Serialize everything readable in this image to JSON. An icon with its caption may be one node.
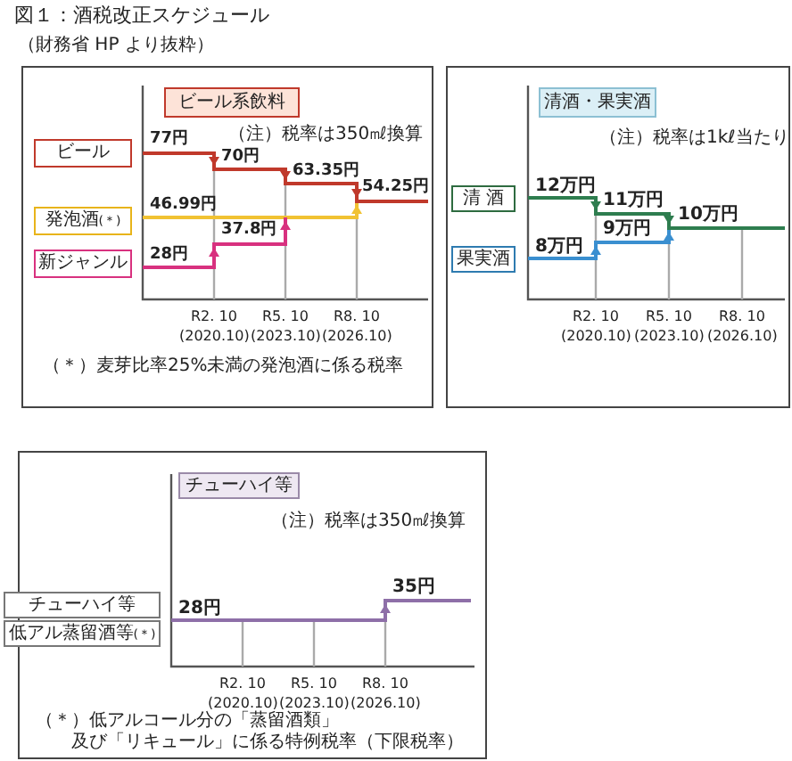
{
  "diagram": {
    "title": "図１：酒税改正スケジュール",
    "nodes": [
      {
        "text": [
          "ビール系飲料"
        ]
      },
      {
        "text": [
          "ビール"
        ]
      },
      {
        "text": [
          "発泡酒$_{(＊)}$"
        ]
      },
      {
        "text": [
          "新ジャンル"
        ]
      },
      {
        "text": [
          "清酒・果実酒"
        ]
      },
      {
        "text": [
          "清 酒"
        ]
      },
      {
        "text": [
          "果実酒"
        ]
      },
      {
        "text": [
          "チューハイ等"
        ]
      },
      {
        "text": [
          "チューハイ等"
        ]
      },
      {
        "text": [
          "低アル蒸留酒等$_{(＊)}$"
        ]
      }
    ],
    "labels": [
      "（財務省 HP より抜粋）",
      "77円",
      "（注）税率は350㎖換算",
      "70円",
      "63.35円",
      "46.99円",
      "54.25円",
      "37.8円",
      "28円",
      "R2. 10",
      "R5. 10",
      "R8. 10",
      "(2020.10)",
      "(2023.10)",
      "(2026.10)",
      "（＊）麦芽比率25%未満の発泡酒に係る税率",
      "（注）税率は1kℓ当たり",
      "12万円",
      "11万円",
      "10万円",
      "9万円",
      "8万円",
      "R2. 10",
      "R5. 10",
      "R8. 10",
      "(2020.10)",
      "(2023.10)",
      "(2026.10)",
      "（注）税率は350㎖換算",
      "35円",
      "28円",
      "R2. 10",
      "R5. 10",
      "R8. 10",
      "(2020.10)",
      "(2023.10)",
      "(2026.10)",
      "（＊）低アルコール分の「蒸留酒類」",
      "及び「リキュール」に係る特例税率（下限税率）"
    ]
  }
}
